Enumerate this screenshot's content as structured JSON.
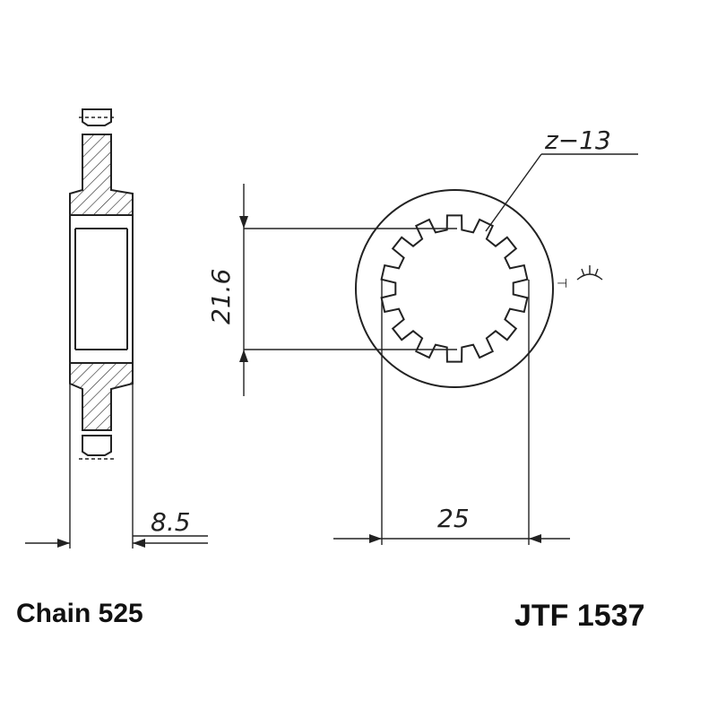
{
  "drawing": {
    "teeth_label": "z−13",
    "dim_width": "8.5",
    "dim_inner": "21.6",
    "dim_bore": "25",
    "mark_symbol": "⊥"
  },
  "footer": {
    "chain": "Chain 525",
    "part_number": "JTF 1537"
  }
}
